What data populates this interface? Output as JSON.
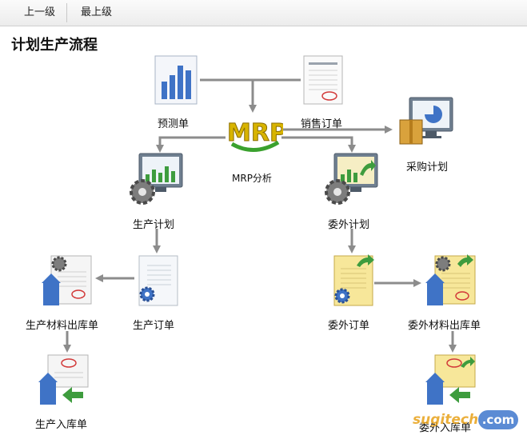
{
  "toolbar": {
    "back_label": "上一级",
    "top_label": "最上级"
  },
  "page": {
    "title": "计划生产流程"
  },
  "nodes": {
    "forecast": {
      "label": "预测单",
      "icon": "bar-chart-document-icon"
    },
    "sales_order": {
      "label": "销售订单",
      "icon": "document-with-stamp-icon"
    },
    "mrp": {
      "label": "MRP分析",
      "icon": "mrp-logo-icon"
    },
    "purchase_plan": {
      "label": "采购计划",
      "icon": "monitor-with-box-icon"
    },
    "production_plan": {
      "label": "生产计划",
      "icon": "monitor-with-gear-icon"
    },
    "outsource_plan": {
      "label": "委外计划",
      "icon": "monitor-with-gear-icon"
    },
    "production_order": {
      "label": "生产订单",
      "icon": "document-with-gear-icon"
    },
    "material_issue": {
      "label": "生产材料出库单",
      "icon": "warehouse-document-icon"
    },
    "outsource_order": {
      "label": "委外订单",
      "icon": "yellow-document-with-gear-icon"
    },
    "outsource_material_issue": {
      "label": "委外材料出库单",
      "icon": "warehouse-yellow-document-icon"
    },
    "production_receipt": {
      "label": "生产入库单",
      "icon": "warehouse-inbound-icon"
    },
    "outsource_receipt": {
      "label": "委外入库单",
      "icon": "warehouse-inbound-yellow-icon"
    }
  },
  "watermark": {
    "text_left": "sugitech",
    "text_right": ".com"
  },
  "colors": {
    "arrow": "#8c8c8c",
    "mrp_gold": "#c9a400",
    "mrp_green": "#3aa12e",
    "doc_yellow": "#f7e79a",
    "monitor_green": "#3e9c3e"
  }
}
